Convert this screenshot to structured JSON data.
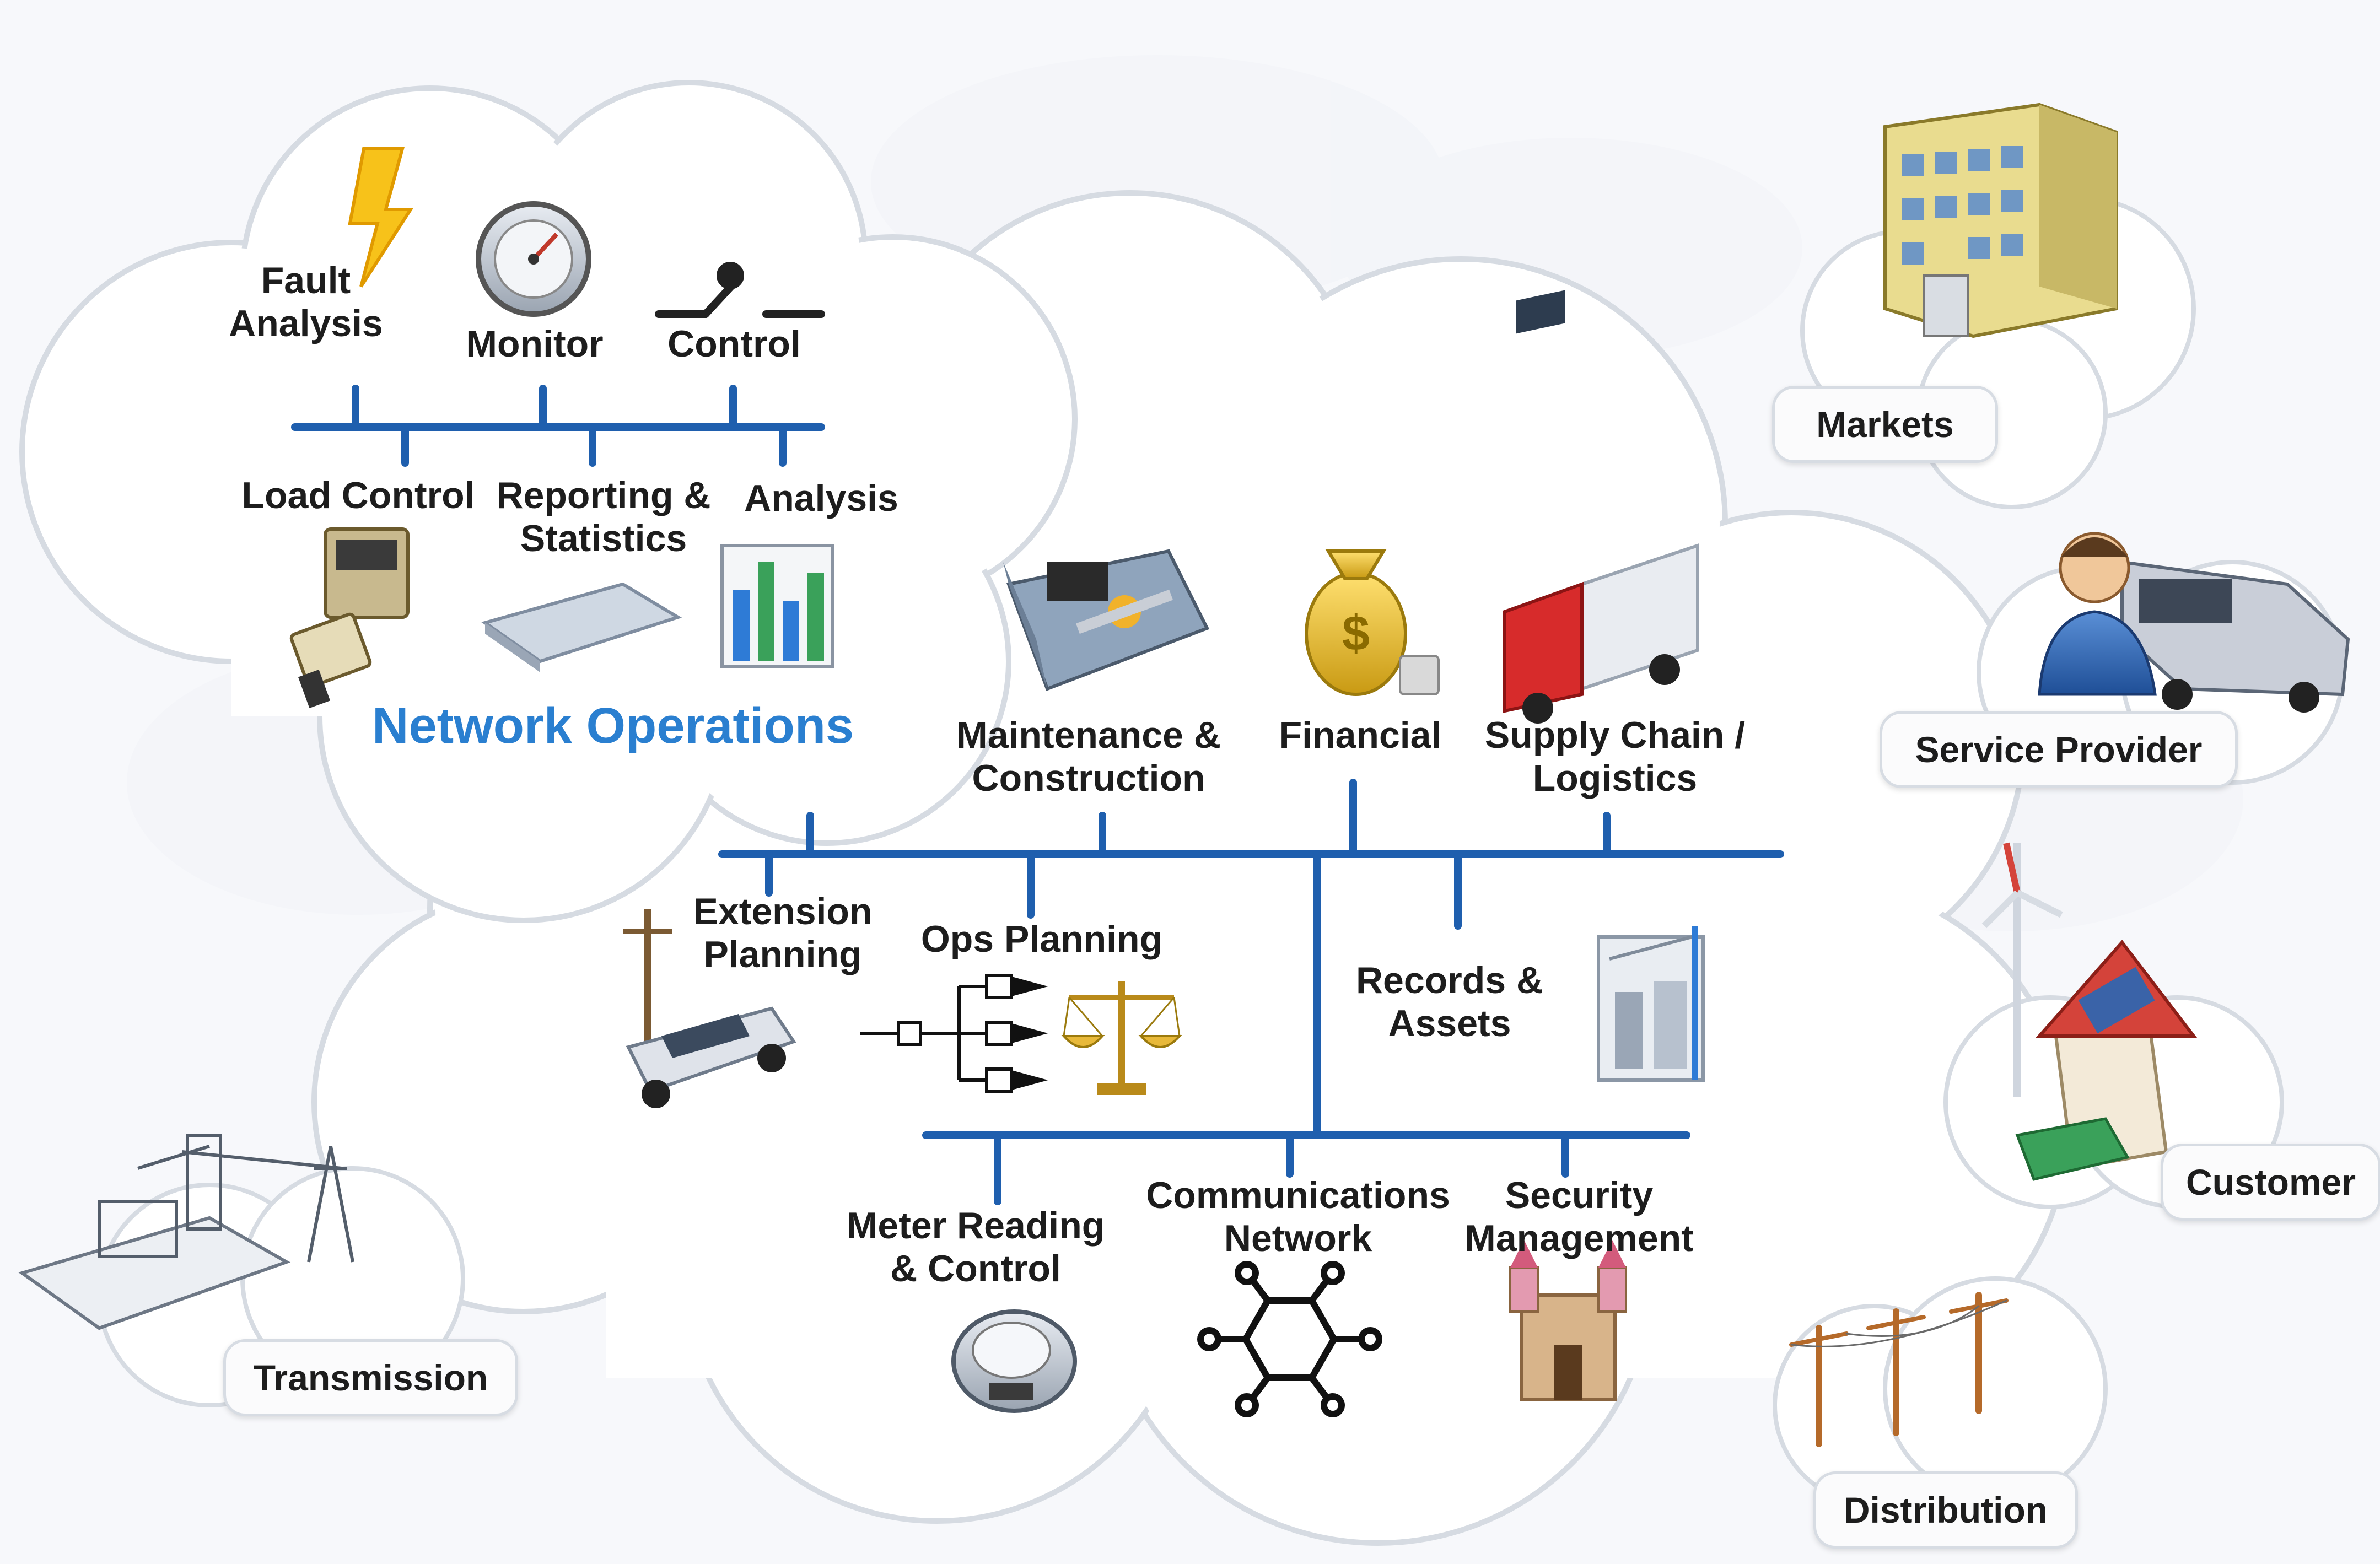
{
  "network_operations": {
    "title": "Network Operations",
    "top_items": [
      {
        "label": "Fault\nAnalysis",
        "icon": "lightning-icon"
      },
      {
        "label": "Monitor",
        "icon": "gauge-icon"
      },
      {
        "label": "Control",
        "icon": "switch-icon"
      }
    ],
    "bottom_items": [
      {
        "label": "Load Control",
        "icon": "meter-device-icon"
      },
      {
        "label": "Reporting &\nStatistics",
        "icon": "laptop-icon"
      },
      {
        "label": "Analysis",
        "icon": "bar-chart-icon"
      }
    ]
  },
  "enterprise": {
    "top_items": [
      {
        "label": "Maintenance &\nConstruction",
        "icon": "toolbox-icon"
      },
      {
        "label": "Financial",
        "icon": "money-bag-icon"
      },
      {
        "label": "Supply Chain /\nLogistics",
        "icon": "truck-icon"
      }
    ],
    "middle_items": [
      {
        "label": "Extension\nPlanning",
        "icon": "utility-truck-icon"
      },
      {
        "label": "Ops Planning",
        "icon": "scales-icon"
      },
      {
        "label": "Records &\nAssets",
        "icon": "substation-icon"
      }
    ],
    "bottom_items": [
      {
        "label": "Meter Reading\n& Control",
        "icon": "smart-meter-icon"
      },
      {
        "label": "Communications\nNetwork",
        "icon": "network-hub-icon"
      },
      {
        "label": "Security\nManagement",
        "icon": "castle-icon"
      }
    ]
  },
  "domains": [
    {
      "label": "Markets",
      "icon": "building-icon"
    },
    {
      "label": "Service Provider",
      "icon": "service-person-icon"
    },
    {
      "label": "Customer",
      "icon": "house-icon"
    },
    {
      "label": "Distribution",
      "icon": "power-poles-icon"
    },
    {
      "label": "Transmission",
      "icon": "transmission-tower-icon"
    }
  ],
  "colors": {
    "bus_line": "#1f5fae",
    "title_blue": "#2a7fd0",
    "cloud_fill": "#ffffff",
    "cloud_stroke": "#d6dbe2"
  }
}
